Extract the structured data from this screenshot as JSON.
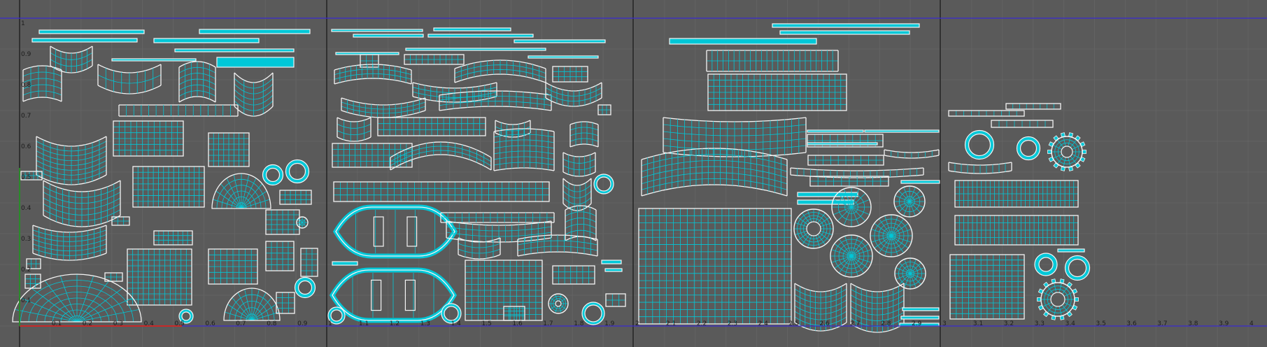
{
  "colors": {
    "background": "#5a5a5a",
    "grid_minor": "#636363",
    "tile_border": "#1e1e1e",
    "uv_edge": "#00c8d8",
    "uv_border": "#f4f4f4",
    "axis_u": "#c82828",
    "axis_v": "#2a8a2a",
    "axis_blue": "#3a2ad0"
  },
  "viewport": {
    "u_range": [
      -0.1,
      4.1
    ],
    "v_range": [
      -0.07,
      1.05
    ],
    "tiles": 3
  },
  "axes": {
    "u_ticks": [
      "0.1",
      "0.2",
      "0.3",
      "0.4",
      "0.5",
      "0.6",
      "0.7",
      "0.8",
      "0.9",
      "1",
      "1.1",
      "1.2",
      "1.3",
      "1.4",
      "1.5",
      "1.6",
      "1.7",
      "1.8",
      "1.9",
      "2",
      "2.1",
      "2.2",
      "2.3",
      "2.4",
      "2.5",
      "2.6",
      "2.7",
      "2.8",
      "2.9",
      "3",
      "3.1",
      "3.2",
      "3.3",
      "3.4",
      "3.5",
      "3.6",
      "3.7",
      "3.8",
      "3.9",
      "4"
    ],
    "v_ticks": [
      "0.1",
      "0.2",
      "0.3",
      "0.4",
      "0.5",
      "0.6",
      "0.7",
      "0.8",
      "0.9",
      "1"
    ]
  }
}
